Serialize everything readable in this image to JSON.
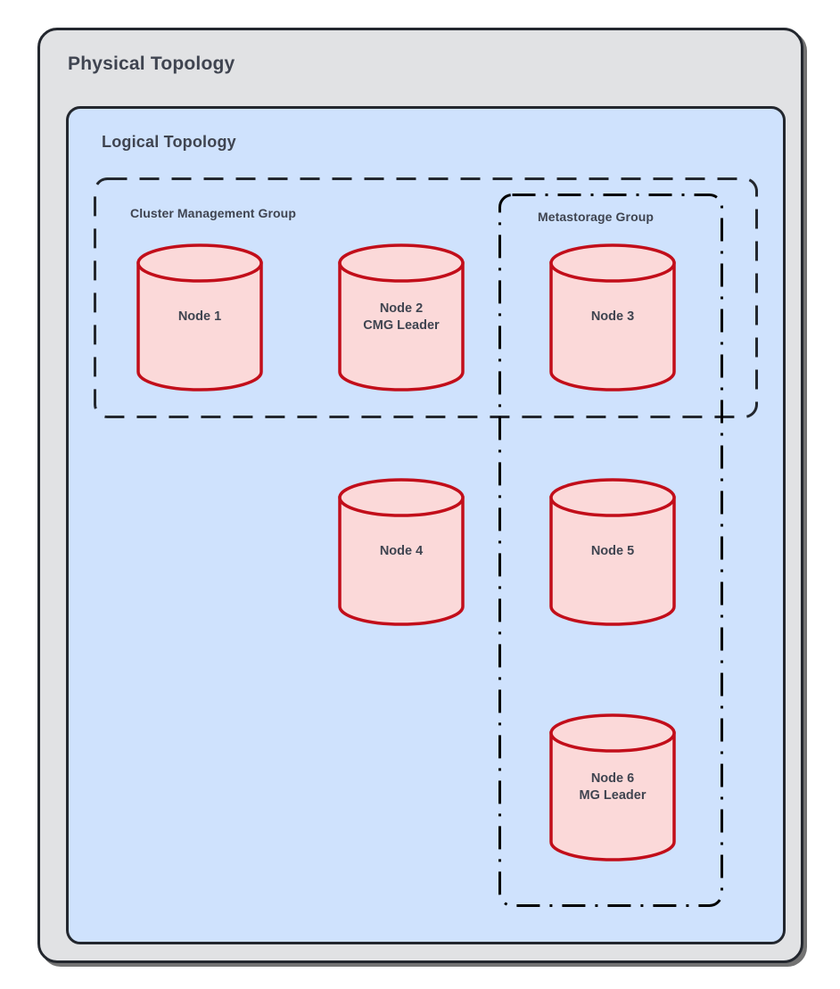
{
  "diagram": {
    "type": "topology-diagram",
    "physical": {
      "title": "Physical Topology",
      "fill_color": "#e1e2e4",
      "border_color": "#23272e"
    },
    "logical": {
      "title": "Logical Topology",
      "fill_color": "#cfe2fd",
      "border_color": "#23272e"
    },
    "groups": [
      {
        "id": "cluster-management-group",
        "label": "Cluster Management Group",
        "line_style": "dashed",
        "border_color": "#23272e",
        "members": [
          "Node 1",
          "Node 2",
          "Node 3"
        ]
      },
      {
        "id": "metastorage-group",
        "label": "Metastorage Group",
        "line_style": "dash-dot",
        "border_color": "#000000",
        "members": [
          "Node 3",
          "Node 5",
          "Node 6"
        ]
      }
    ],
    "node_style": {
      "shape": "cylinder",
      "fill_color": "#fbd9d9",
      "stroke_color": "#c20e1a"
    },
    "nodes": [
      {
        "id": "node-1",
        "name": "Node 1",
        "role": ""
      },
      {
        "id": "node-2",
        "name": "Node 2",
        "role": "CMG Leader"
      },
      {
        "id": "node-3",
        "name": "Node 3",
        "role": ""
      },
      {
        "id": "node-4",
        "name": "Node 4",
        "role": ""
      },
      {
        "id": "node-5",
        "name": "Node 5",
        "role": ""
      },
      {
        "id": "node-6",
        "name": "Node 6",
        "role": "MG Leader"
      }
    ]
  }
}
